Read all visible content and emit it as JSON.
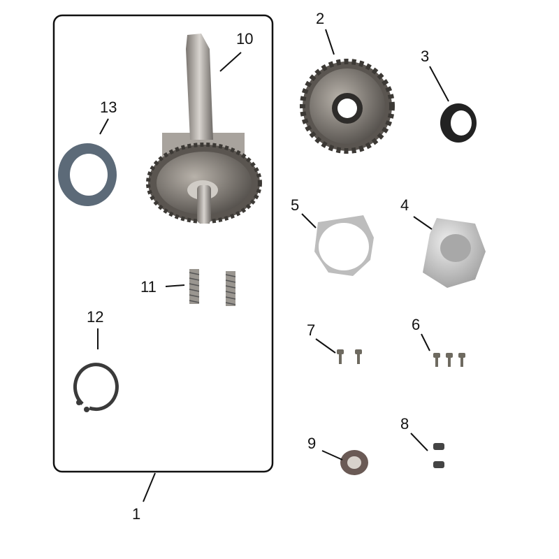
{
  "diagram": {
    "callouts": {
      "c1": "1",
      "c2": "2",
      "c3": "3",
      "c4": "4",
      "c5": "5",
      "c6": "6",
      "c7": "7",
      "c8": "8",
      "c9": "9",
      "c10": "10",
      "c11": "11",
      "c12": "12",
      "c13": "13"
    },
    "colors": {
      "outline": "#111111",
      "steel": "#8a8580",
      "dark_steel": "#4a4744",
      "washer_blue": "#5c6a78",
      "aluminium": "#c8c8c8"
    }
  }
}
